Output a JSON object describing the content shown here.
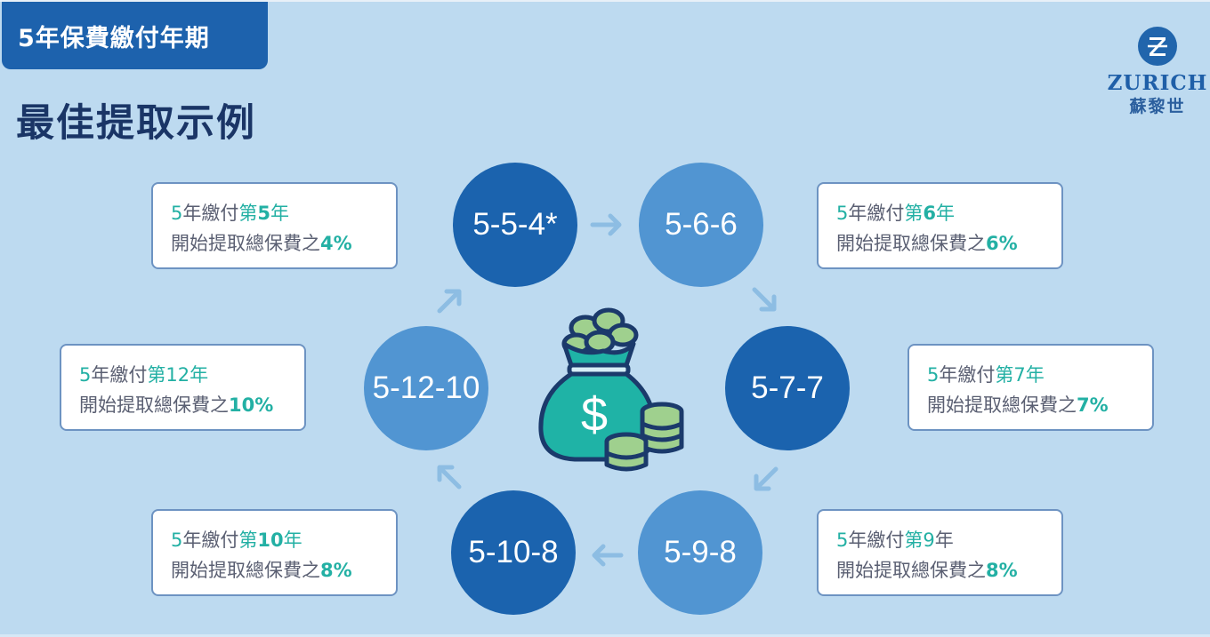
{
  "header": {
    "badge": "5年保費繳付年期",
    "title": "最佳提取示例"
  },
  "logo": {
    "mark": "Z",
    "name": "ZURICH",
    "chinese_name": "蘇黎世"
  },
  "colors": {
    "background": "#bddaf0",
    "badge": "#1d62ad",
    "title": "#1a3566",
    "node_dark": "#1b63ae",
    "node_light": "#5195d2",
    "accent_teal": "#23b0a4",
    "card_text": "#5a5f72",
    "arrow": "#8dbde3"
  },
  "center_icon": "money-bag-with-coins-icon",
  "nodes": [
    {
      "label": "5-5-4*",
      "shade": "dark"
    },
    {
      "label": "5-6-6",
      "shade": "light"
    },
    {
      "label": "5-7-7",
      "shade": "dark"
    },
    {
      "label": "5-9-8",
      "shade": "light"
    },
    {
      "label": "5-10-8",
      "shade": "dark"
    },
    {
      "label": "5-12-10",
      "shade": "light"
    }
  ],
  "cards": [
    {
      "pay_years": "5",
      "pay_text": "年繳付",
      "start_prefix": "第",
      "start_year": "5",
      "start_suffix": "年",
      "withdraw_text": "開始提取總保費之",
      "percent": "4%"
    },
    {
      "pay_years": "5",
      "pay_text": "年繳付",
      "start_prefix": "第",
      "start_year": "6",
      "start_suffix": "年",
      "withdraw_text": "開始提取總保費之",
      "percent": "6%"
    },
    {
      "pay_years": "5",
      "pay_text": "年繳付",
      "start_prefix": "第",
      "start_year": "7",
      "start_suffix": "年",
      "withdraw_text": "開始提取總保費之",
      "percent": "7%"
    },
    {
      "pay_years": "5",
      "pay_text": "年繳付",
      "start_prefix": "第",
      "start_year": "9",
      "start_suffix": "年",
      "withdraw_text": "開始提取總保費之",
      "percent": "8%"
    },
    {
      "pay_years": "5",
      "pay_text": "年繳付",
      "start_prefix": "第",
      "start_year": "10",
      "start_suffix": "年",
      "withdraw_text": "開始提取總保費之",
      "percent": "8%"
    },
    {
      "pay_years": "5",
      "pay_text": "年繳付",
      "start_prefix": "第",
      "start_year": "12",
      "start_suffix": "年",
      "withdraw_text": "開始提取總保費之",
      "percent": "10%"
    }
  ],
  "arrows": [
    "arrow-right-icon",
    "arrow-down-right-icon",
    "arrow-down-left-icon",
    "arrow-left-icon",
    "arrow-up-left-icon",
    "arrow-up-right-icon"
  ]
}
